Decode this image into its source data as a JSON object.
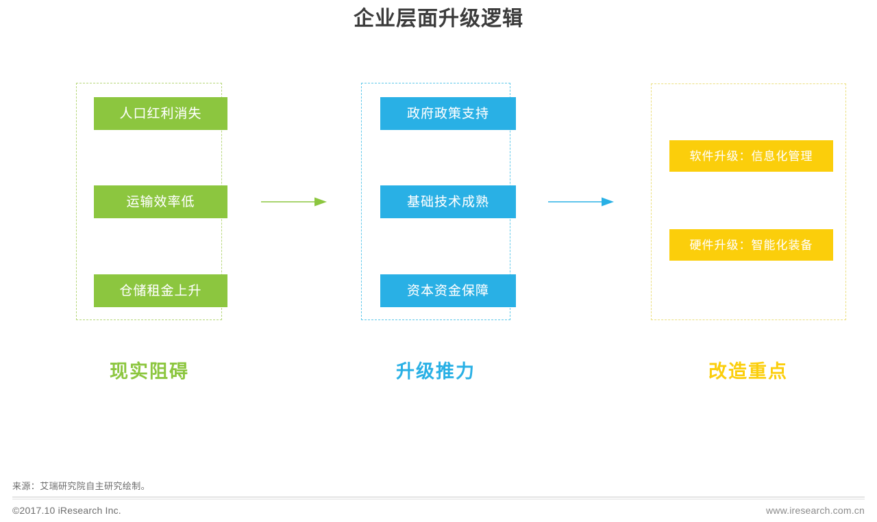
{
  "title": "企业层面升级逻辑",
  "columns": [
    {
      "caption": "现实阻碍",
      "accent": "#8cc63f",
      "frame_color": "#b6d77a",
      "items": [
        {
          "label": "人口红利消失"
        },
        {
          "label": "运输效率低"
        },
        {
          "label": "仓储租金上升"
        }
      ]
    },
    {
      "caption": "升级推力",
      "accent": "#29b0e5",
      "frame_color": "#5ec8ea",
      "items": [
        {
          "label": "政府政策支持"
        },
        {
          "label": "基础技术成熟"
        },
        {
          "label": "资本资金保障"
        }
      ]
    },
    {
      "caption": "改造重点",
      "accent": "#fbce0b",
      "frame_color": "#ecdf7e",
      "items": [
        {
          "label": "软件升级：信息化管理"
        },
        {
          "label": "硬件升级：智能化装备"
        }
      ]
    }
  ],
  "arrows": [
    {
      "name": "arrow-green",
      "color": "#8cc63f",
      "direction": "right"
    },
    {
      "name": "arrow-blue",
      "color": "#29b0e5",
      "direction": "right"
    }
  ],
  "footer": {
    "source": "来源：艾瑞研究院自主研究绘制。",
    "copyright": "©2017.10 iResearch Inc.",
    "url": "www.iresearch.com.cn"
  }
}
